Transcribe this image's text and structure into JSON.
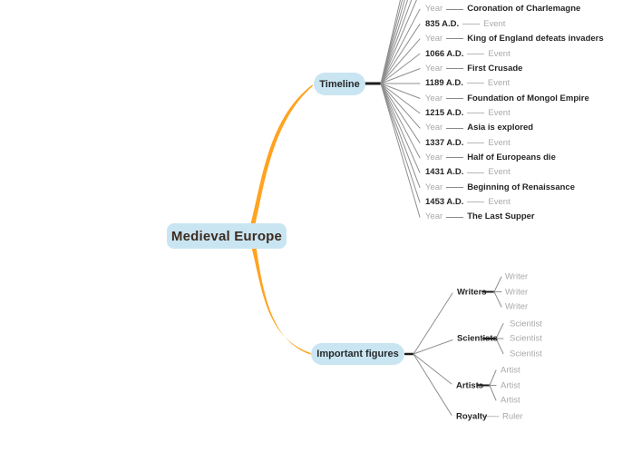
{
  "root": {
    "label": "Medieval Europe"
  },
  "timeline": {
    "label": "Timeline",
    "rows": [
      {
        "parent": "Year",
        "child": "Coronation of Charlemagne",
        "muted": "parent"
      },
      {
        "parent": "835 A.D.",
        "child": "Event",
        "muted": "child"
      },
      {
        "parent": "Year",
        "child": "King of England defeats invaders",
        "muted": "parent"
      },
      {
        "parent": "1066 A.D.",
        "child": "Event",
        "muted": "child"
      },
      {
        "parent": "Year",
        "child": "First Crusade",
        "muted": "parent"
      },
      {
        "parent": "1189 A.D.",
        "child": "Event",
        "muted": "child"
      },
      {
        "parent": "Year",
        "child": "Foundation of Mongol Empire",
        "muted": "parent"
      },
      {
        "parent": "1215 A.D.",
        "child": "Event",
        "muted": "child"
      },
      {
        "parent": "Year",
        "child": "Asia is explored",
        "muted": "parent"
      },
      {
        "parent": "1337 A.D.",
        "child": "Event",
        "muted": "child"
      },
      {
        "parent": "Year",
        "child": "Half of Europeans die",
        "muted": "parent"
      },
      {
        "parent": "1431 A.D.",
        "child": "Event",
        "muted": "child"
      },
      {
        "parent": "Year",
        "child": "Beginning of Renaissance",
        "muted": "parent"
      },
      {
        "parent": "1453 A.D.",
        "child": "Event",
        "muted": "child"
      },
      {
        "parent": "Year",
        "child": "The Last Supper",
        "muted": "parent"
      }
    ]
  },
  "figures": {
    "label": "Important figures",
    "groups": [
      {
        "label": "Writers",
        "children": [
          "Writer",
          "Writer",
          "Writer"
        ]
      },
      {
        "label": "Scientists",
        "children": [
          "Scientist",
          "Scientist",
          "Scientist"
        ]
      },
      {
        "label": "Artists",
        "children": [
          "Artist",
          "Artist",
          "Artist"
        ]
      },
      {
        "label": "Royalty",
        "children": [
          "Ruler"
        ]
      }
    ]
  },
  "colors": {
    "branch_orange": "#ffa320",
    "node_fill": "#c9e5f2",
    "muted_text": "#a9a9a9",
    "dark_text": "#262626",
    "root_text": "#3d2c21",
    "line_gray": "#8f8f8f"
  }
}
